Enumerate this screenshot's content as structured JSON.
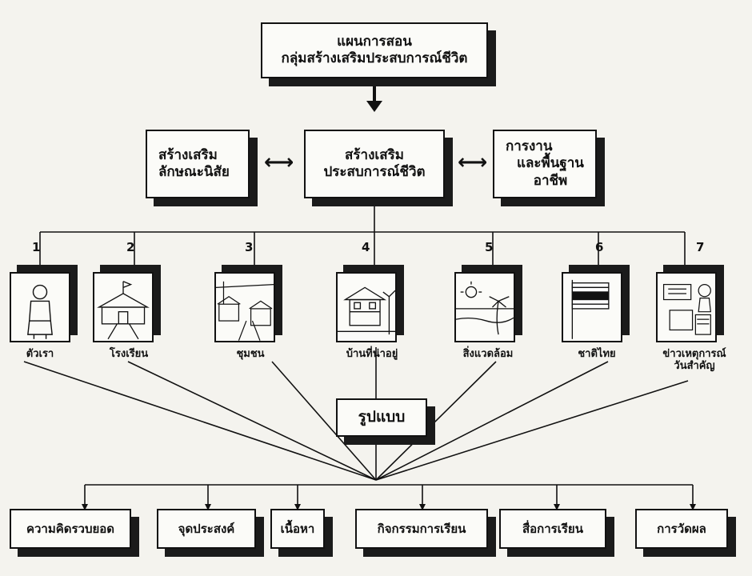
{
  "diagram": {
    "title": {
      "line1": "แผนการสอน",
      "line2": "กลุ่มสร้างเสริมประสบการณ์ชีวิต"
    },
    "center": {
      "line1": "สร้างเสริม",
      "line2": "ประสบการณ์ชีวิต"
    },
    "left": {
      "line1": "สร้างเสริม",
      "line2": "ลักษณะนิสัย"
    },
    "right": {
      "line1": "การงาน",
      "line2": "และพื้นฐานอาชีพ"
    },
    "topics": [
      {
        "num": "1",
        "label": "ตัวเรา",
        "label2": ""
      },
      {
        "num": "2",
        "label": "โรงเรียน",
        "label2": ""
      },
      {
        "num": "3",
        "label": "ชุมชน",
        "label2": ""
      },
      {
        "num": "4",
        "label": "บ้านที่น่าอยู่",
        "label2": ""
      },
      {
        "num": "5",
        "label": "สิ่งแวดล้อม",
        "label2": ""
      },
      {
        "num": "6",
        "label": "ชาติไทย",
        "label2": ""
      },
      {
        "num": "7",
        "label": "ข่าวเหตุการณ์",
        "label2": "วันสำคัญ"
      }
    ],
    "model": "รูปแบบ",
    "components": [
      "ความคิดรวบยอด",
      "จุดประสงค์",
      "เนื้อหา",
      "กิจกรรมการเรียน",
      "สื่อการเรียน",
      "การวัดผล"
    ]
  }
}
